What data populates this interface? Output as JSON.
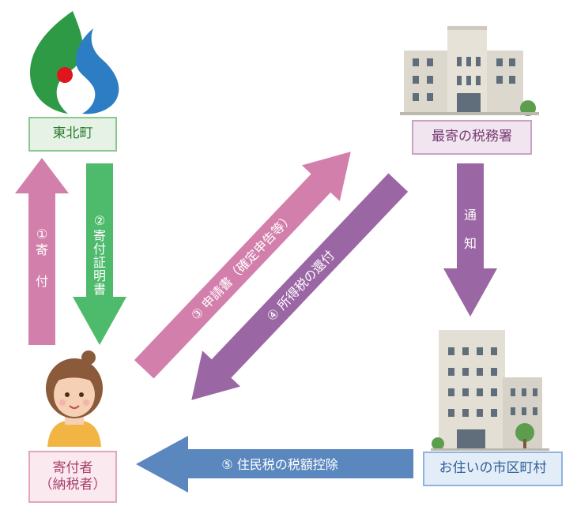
{
  "nodes": {
    "town": "東北町",
    "tax_office": "最寄の税務署",
    "city": "お住いの市区町村",
    "donor_line1": "寄付者",
    "donor_line2": "（納税者）"
  },
  "arrows": {
    "donation": [
      "①",
      "寄",
      "付"
    ],
    "certificate": [
      "②",
      "寄",
      "付",
      "証",
      "明",
      "書"
    ],
    "application": "③ 申請書（確定申告等）",
    "refund": "④ 所得税の還付",
    "notice": [
      "通",
      "知"
    ],
    "deduction": "⑤ 住民税の税額控除"
  },
  "colors": {
    "pink": "#d37fac",
    "green": "#4dbb6b",
    "purple": "#9b66a4",
    "blue": "#5b87bf",
    "logo_green": "#2f9a45",
    "logo_blue": "#2d7dc4",
    "logo_red": "#e0161e"
  },
  "icons": [
    "town-logo-icon",
    "tax-office-building-icon",
    "city-hall-building-icon",
    "donor-person-icon"
  ]
}
